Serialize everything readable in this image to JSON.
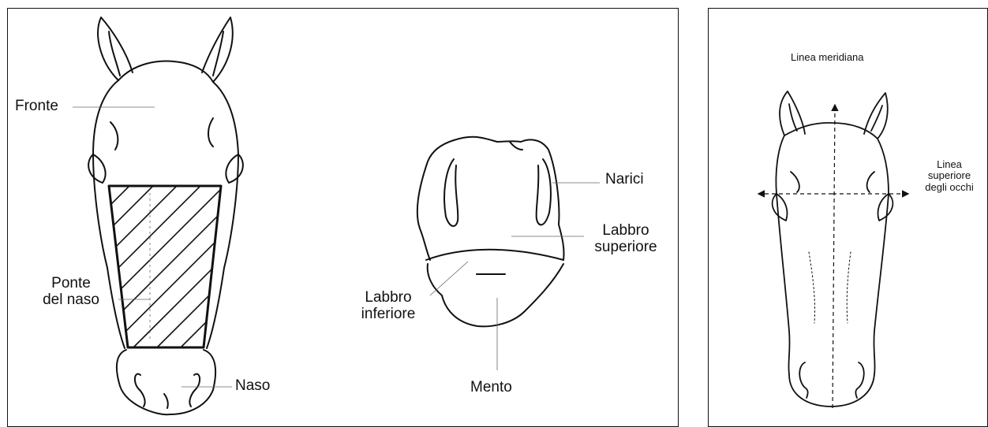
{
  "left_panel": {
    "front_view_labels": {
      "fronte": "Fronte",
      "ponte_line1": "Ponte",
      "ponte_line2": "del naso",
      "naso": "Naso"
    },
    "muzzle_labels": {
      "narici": "Narici",
      "labbro_sup_line1": "Labbro",
      "labbro_sup_line2": "superiore",
      "labbro_inf_line1": "Labbro",
      "labbro_inf_line2": "inferiore",
      "mento": "Mento"
    }
  },
  "right_panel": {
    "meridiana": "Linea meridiana",
    "occhi_line1": "Linea",
    "occhi_line2": "superiore",
    "occhi_line3": "degli occhi"
  }
}
